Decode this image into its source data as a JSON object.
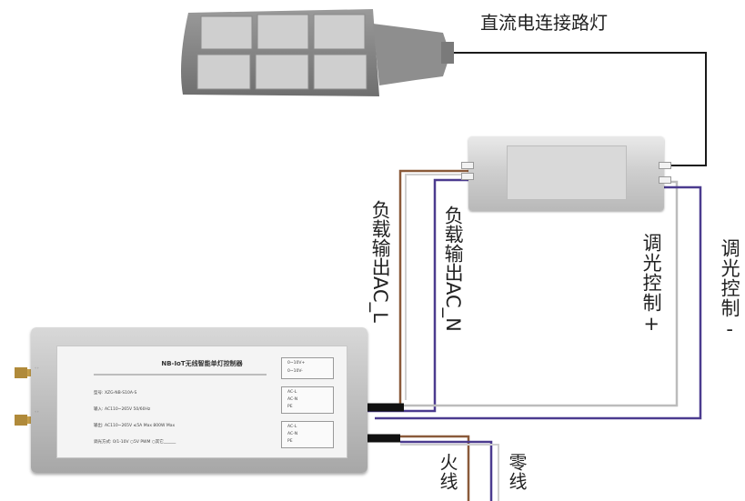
{
  "labels": {
    "dc_lamp": "直流电连接路灯",
    "load_out_l": "负载输出AC_L",
    "load_out_n": "负载输出AC_N",
    "dim_plus": "调光控制+",
    "dim_minus": "调光控制-",
    "live": "火线",
    "neutral": "零线"
  },
  "controller": {
    "title": "NB-IoT无线智能单灯控制器",
    "rows": [
      "型号: XZG-NB-S10A-S",
      "输入: AC110~265V    50/60Hz",
      "输出: AC110~265V    ≤5A Max     800W Max",
      "调光方式: 0/1-10V       ○5V PWM      ○其它______"
    ],
    "panel_top": [
      "0~10V+",
      "0~10V-"
    ],
    "panel_mid": [
      "AC-L",
      "AC-N",
      "PE"
    ],
    "panel_bot": [
      "AC-L",
      "AC-N",
      "PE"
    ]
  },
  "colors": {
    "wire_black": "#1a1a1a",
    "wire_brown": "#8a5a3a",
    "wire_purple": "#4b3b8f",
    "wire_white": "#d8d8d8",
    "wire_gray": "#a8a8a8"
  }
}
